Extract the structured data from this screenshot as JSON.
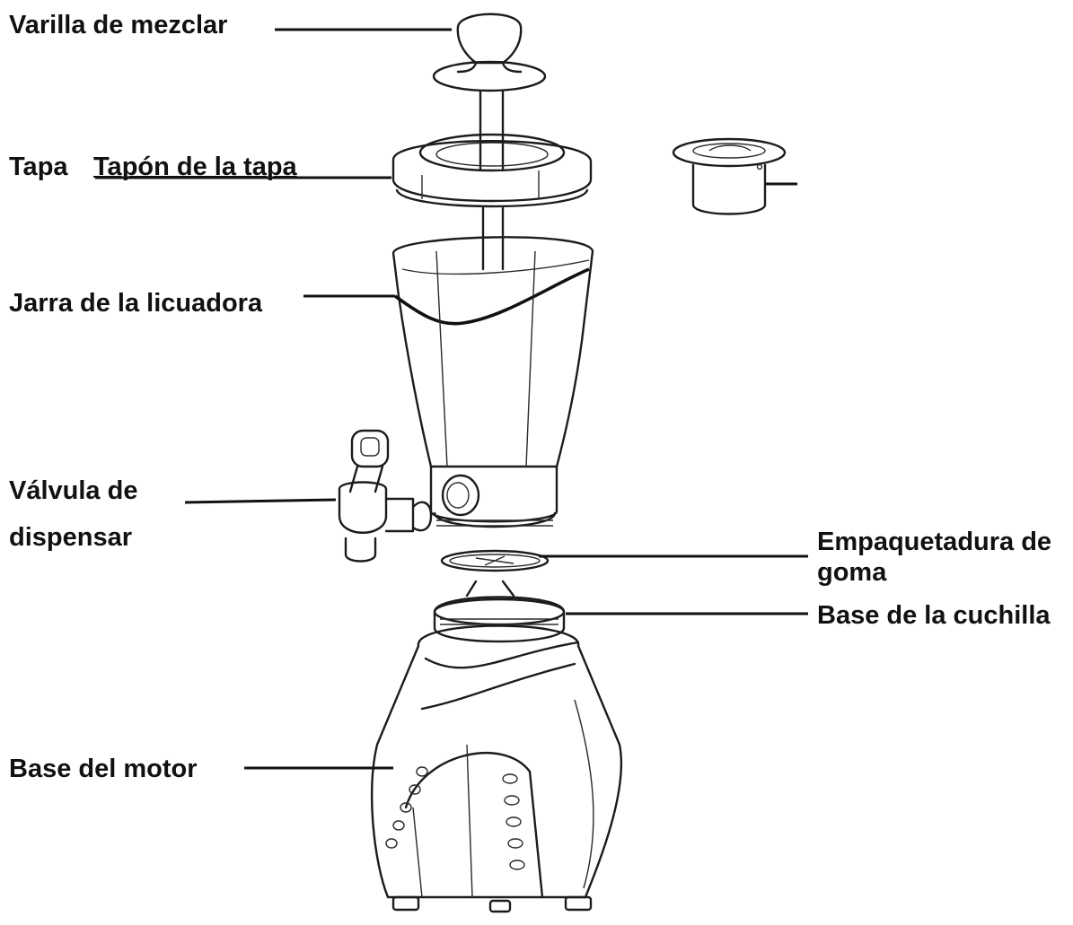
{
  "labels": {
    "mixing_rod": "Varilla de mezclar",
    "lid": "Tapa",
    "lid_cap": "Tapón de la tapa",
    "blender_jar": "Jarra de la licuadora",
    "dispensing_valve_line1": "Válvula de",
    "dispensing_valve_line2": "dispensar",
    "rubber_gasket_line1": "Empaquetadura de",
    "rubber_gasket_line2": "goma",
    "blade_base": "Base de la cuchilla",
    "motor_base": "Base del motor"
  },
  "colors": {
    "ink": "#1c1c1c",
    "background": "#ffffff"
  }
}
